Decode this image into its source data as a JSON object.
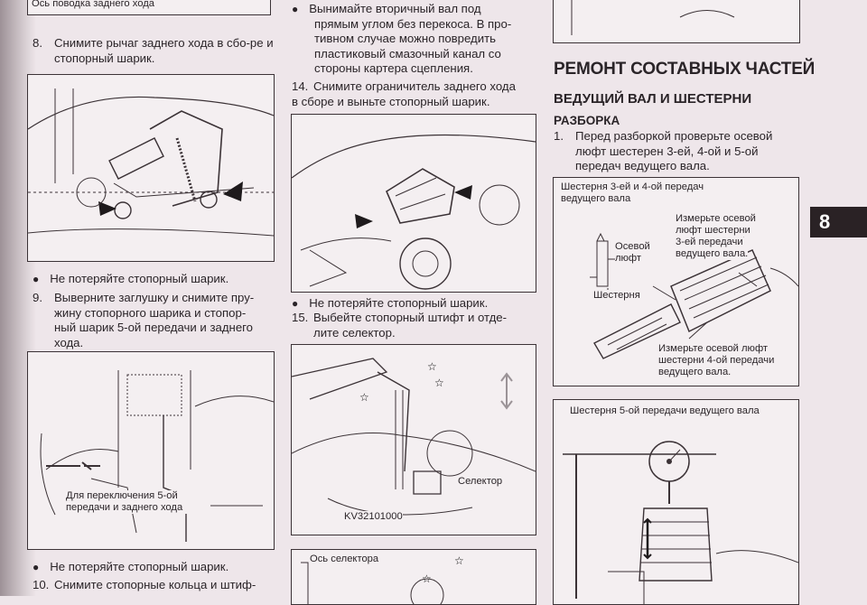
{
  "left": {
    "fig_top_label": "Ось поводка заднего хода",
    "step8": {
      "num": "8.",
      "text": "Снимите рычаг заднего хода в сбо-ре и стопорный шарик."
    },
    "bullet1": "Не потеряйте стопорный шарик.",
    "step9": {
      "num": "9.",
      "line1": "Выверните заглушку и снимите пру-",
      "line2": "жину стопорного шарика и стопор-",
      "line3": "ный шарик 5-ой передачи и заднего",
      "line4": "хода."
    },
    "fig_label": "Для переключения 5-ой передачи и заднего хода",
    "bullet2": "Не потеряйте стопорный шарик.",
    "step10": {
      "num": "10.",
      "text": "Снимите стопорные кольца и штиф-"
    }
  },
  "middle": {
    "bullet_top_l1": "Вынимайте вторичный вал под",
    "bullet_top_l2": "прямым углом без перекоса. В про-",
    "bullet_top_l3": "тивном случае можно повредить",
    "bullet_top_l4": "пластиковый смазочный канал со",
    "bullet_top_l5": "стороны картера сцепления.",
    "step14": {
      "num": "14.",
      "line1": "Снимите ограничитель заднего хода",
      "line2": "в сборе и выньте стопорный шарик."
    },
    "bullet": "Не потеряйте стопорный шарик.",
    "step15": {
      "num": "15.",
      "line1": "Выбейте стопорный штифт и отде-",
      "line2": "лите селектор."
    },
    "fig_selector_label": "Селектор",
    "fig_tool_label": "KV32101000",
    "fig_bottom_label": "Ось селектора"
  },
  "right": {
    "heading_main": "РЕМОНТ СОСТАВНЫХ ЧАСТЕЙ",
    "heading_sub": "ВЕДУЩИЙ ВАЛ И ШЕСТЕРНИ",
    "heading_small": "РАЗБОРКА",
    "step1": {
      "num": "1.",
      "line1": "Перед разборкой проверьте осевой",
      "line2": "люфт шестерен 3-ей, 4-ой и 5-ой",
      "line3": "передач ведущего вала."
    },
    "fig1": {
      "title_l1": "Шестерня 3-ей и 4-ой передач",
      "title_l2": "ведущего вала",
      "measure3_l1": "Измерьте осевой",
      "measure3_l2": "люфт шестерни",
      "measure3_l3": "3-ей передачи",
      "measure3_l4": "ведущего вала.",
      "play_l1": "Осевой",
      "play_l2": "люфт",
      "gear": "Шестерня",
      "measure4_l1": "Измерьте осевой люфт",
      "measure4_l2": "шестерни 4-ой передачи",
      "measure4_l3": "ведущего вала."
    },
    "fig2": {
      "title": "Шестерня 5-ой передачи ведущего вала"
    },
    "chapter": "8"
  }
}
